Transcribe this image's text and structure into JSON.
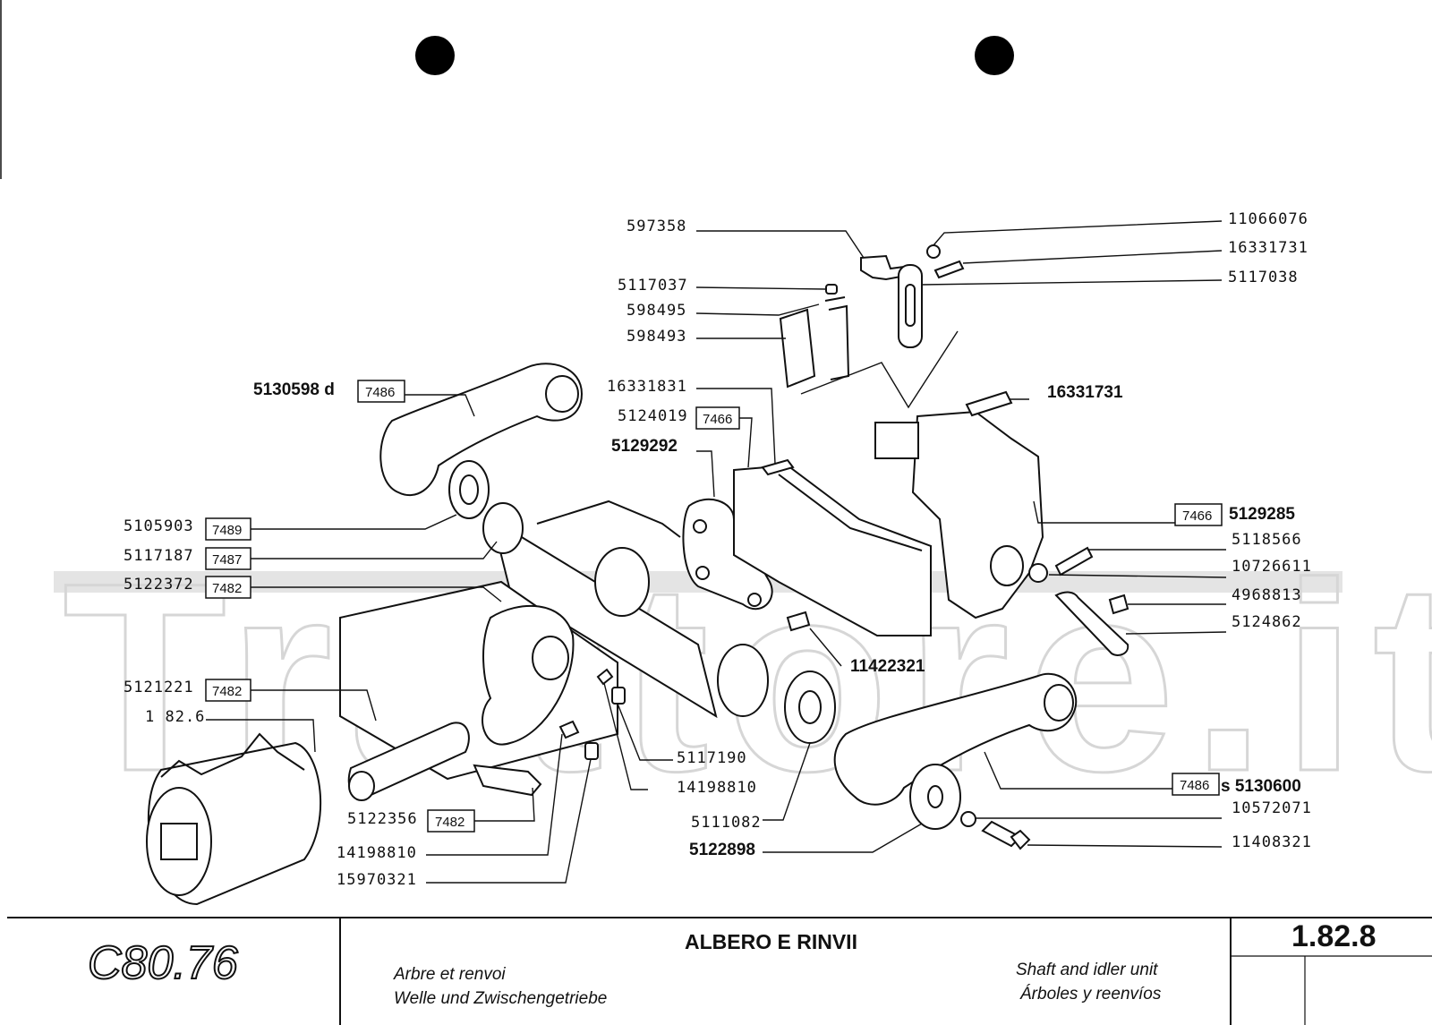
{
  "document": {
    "model": "C80.76",
    "title": "ALBERO E RINVII",
    "subtitle_fr": "Arbre et renvoi",
    "subtitle_de": "Welle und Zwischengetriebe",
    "subtitle_en": "Shaft and idler unit",
    "subtitle_es": "Árboles y reenvíos",
    "page_number": "1.82.8",
    "watermark": "Trattore.it"
  },
  "labels": [
    {
      "id": "l597358",
      "text": "597358"
    },
    {
      "id": "l5117037",
      "text": "5117037"
    },
    {
      "id": "l598495",
      "text": "598495"
    },
    {
      "id": "l598493",
      "text": "598493"
    },
    {
      "id": "l11066076",
      "text": "11066076"
    },
    {
      "id": "l16331731a",
      "text": "16331731"
    },
    {
      "id": "l5117038",
      "text": "5117038"
    },
    {
      "id": "l5130598",
      "text": "5130598 d"
    },
    {
      "id": "l16331831",
      "text": "16331831"
    },
    {
      "id": "l5124019",
      "text": "5124019"
    },
    {
      "id": "l5129292",
      "text": "5129292"
    },
    {
      "id": "l16331731b",
      "text": "16331731"
    },
    {
      "id": "l5105903",
      "text": "5105903"
    },
    {
      "id": "l5117187",
      "text": "5117187"
    },
    {
      "id": "l5122372",
      "text": "5122372"
    },
    {
      "id": "l5129285",
      "text": "5129285"
    },
    {
      "id": "l5118566",
      "text": "5118566"
    },
    {
      "id": "l10726611",
      "text": "10726611"
    },
    {
      "id": "l4968813",
      "text": "4968813"
    },
    {
      "id": "l5124862",
      "text": "5124862"
    },
    {
      "id": "l11422321",
      "text": "11422321"
    },
    {
      "id": "l5121221",
      "text": "5121221"
    },
    {
      "id": "l1826",
      "text": "1 82.6"
    },
    {
      "id": "l5117190",
      "text": "5117190"
    },
    {
      "id": "l14198810a",
      "text": "14198810"
    },
    {
      "id": "l5111082",
      "text": "5111082"
    },
    {
      "id": "l5122898",
      "text": "5122898"
    },
    {
      "id": "l5130600",
      "text": "s 5130600"
    },
    {
      "id": "l10572071",
      "text": "10572071"
    },
    {
      "id": "l11408321",
      "text": "11408321"
    },
    {
      "id": "l5122356",
      "text": "5122356"
    },
    {
      "id": "l14198810b",
      "text": "14198810"
    },
    {
      "id": "l15970321",
      "text": "15970321"
    }
  ],
  "boxes": [
    {
      "id": "b7486a",
      "text": "7486"
    },
    {
      "id": "b7466a",
      "text": "7466"
    },
    {
      "id": "b7489",
      "text": "7489"
    },
    {
      "id": "b7487",
      "text": "7487"
    },
    {
      "id": "b7482a",
      "text": "7482"
    },
    {
      "id": "b7466b",
      "text": "7466"
    },
    {
      "id": "b7482b",
      "text": "7482"
    },
    {
      "id": "b7486b",
      "text": "7486"
    },
    {
      "id": "b7482c",
      "text": "7482"
    }
  ]
}
